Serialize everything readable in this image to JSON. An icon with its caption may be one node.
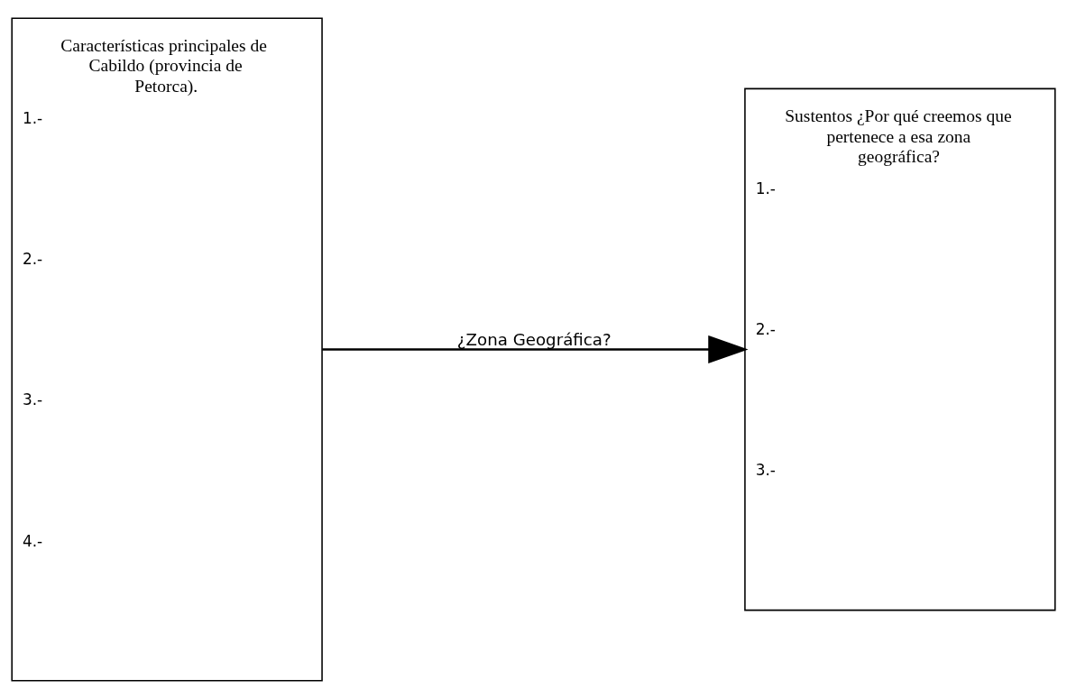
{
  "diagram": {
    "nodes": [
      {
        "text": [
          "Características principales de Cabildo (provincia de Petorca).",
          "1.-",
          "2.-",
          "3.-",
          "4.-"
        ]
      },
      {
        "text": [
          "Sustentos ¿Por qué creemos que pertenece a esa zona geográfica?",
          "1.-",
          "2.-",
          "3.-"
        ]
      }
    ],
    "edges": [
      {
        "from": 0,
        "to": 1,
        "arrow": "to",
        "label": "¿Zona Geográfica?"
      }
    ]
  }
}
